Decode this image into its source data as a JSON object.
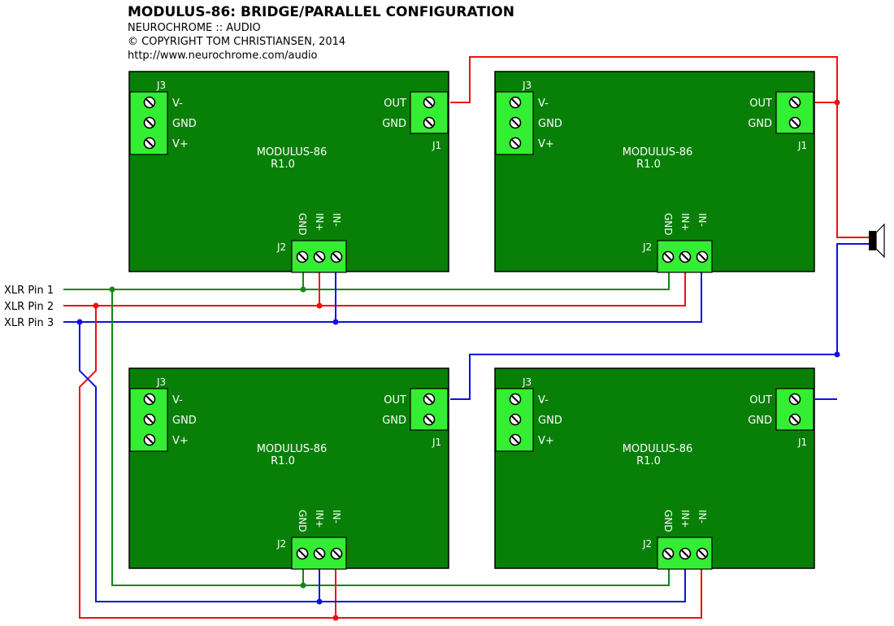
{
  "header": {
    "title": "MODULUS-86: BRIDGE/PARALLEL CONFIGURATION",
    "company": "NEUROCHROME :: AUDIO",
    "copyright": "© COPYRIGHT TOM CHRISTIANSEN, 2014",
    "url": "http://www.neurochrome.com/audio"
  },
  "module": {
    "name": "MODULUS-86",
    "revision": "R1.0",
    "j3_label": "J3",
    "j3_pins": [
      "V-",
      "GND",
      "V+"
    ],
    "j1_label": "J1",
    "j1_pins": [
      "OUT",
      "GND"
    ],
    "j2_label": "J2",
    "j2_pins": [
      "GND",
      "IN+",
      "IN-"
    ]
  },
  "inputs": [
    "XLR Pin 1",
    "XLR Pin 2",
    "XLR Pin 3"
  ],
  "colors": {
    "board": "#088008",
    "connector": "#33ee33",
    "gnd_wire": "#118811",
    "pos_wire": "#ee1111",
    "neg_wire": "#1111dd"
  }
}
